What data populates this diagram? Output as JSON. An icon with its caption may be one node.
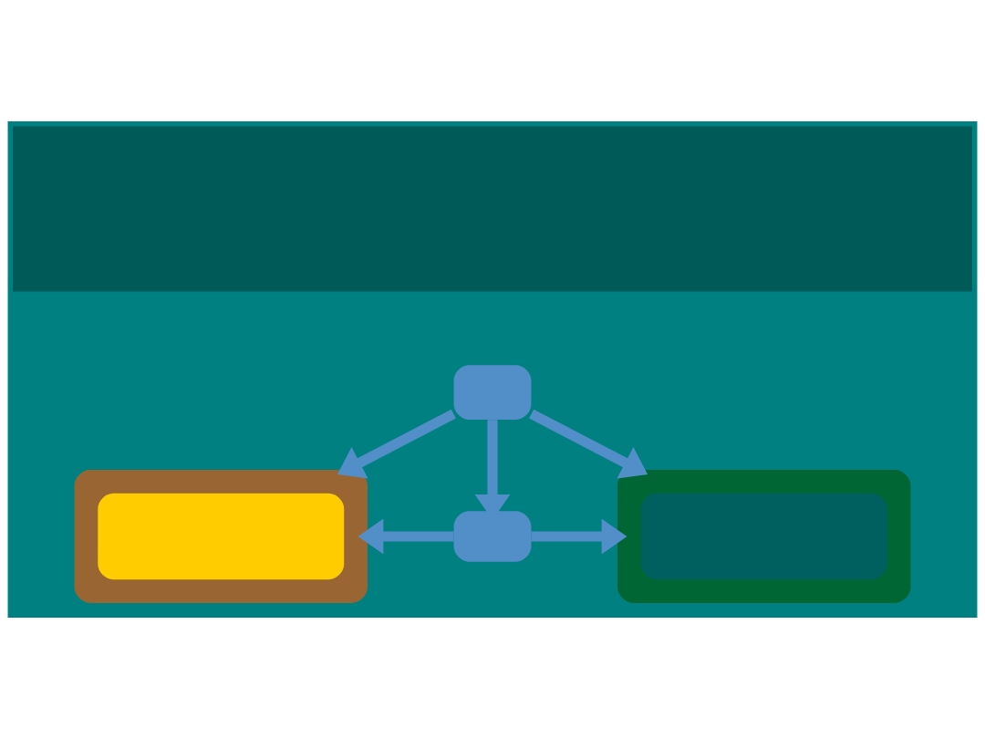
{
  "diagram": {
    "nodes": [
      {
        "text": [],
        "shape": "box"
      },
      {
        "text": [],
        "shape": "box"
      },
      {
        "text": [],
        "shape": "box"
      },
      {
        "text": [],
        "shape": "box",
        "in": 2
      },
      {
        "text": [],
        "shape": "box"
      },
      {
        "text": [],
        "shape": "box"
      },
      {
        "text": [],
        "shape": "box",
        "in": 5
      }
    ],
    "edges": [
      {
        "from": 1,
        "to": 2,
        "arrow": "to"
      },
      {
        "from": 1,
        "to": 4,
        "arrow": "to"
      },
      {
        "from": 1,
        "to": 5,
        "arrow": "to"
      },
      {
        "from": 4,
        "to": 2,
        "arrow": "to"
      },
      {
        "from": 4,
        "to": 5,
        "arrow": "to"
      }
    ]
  }
}
